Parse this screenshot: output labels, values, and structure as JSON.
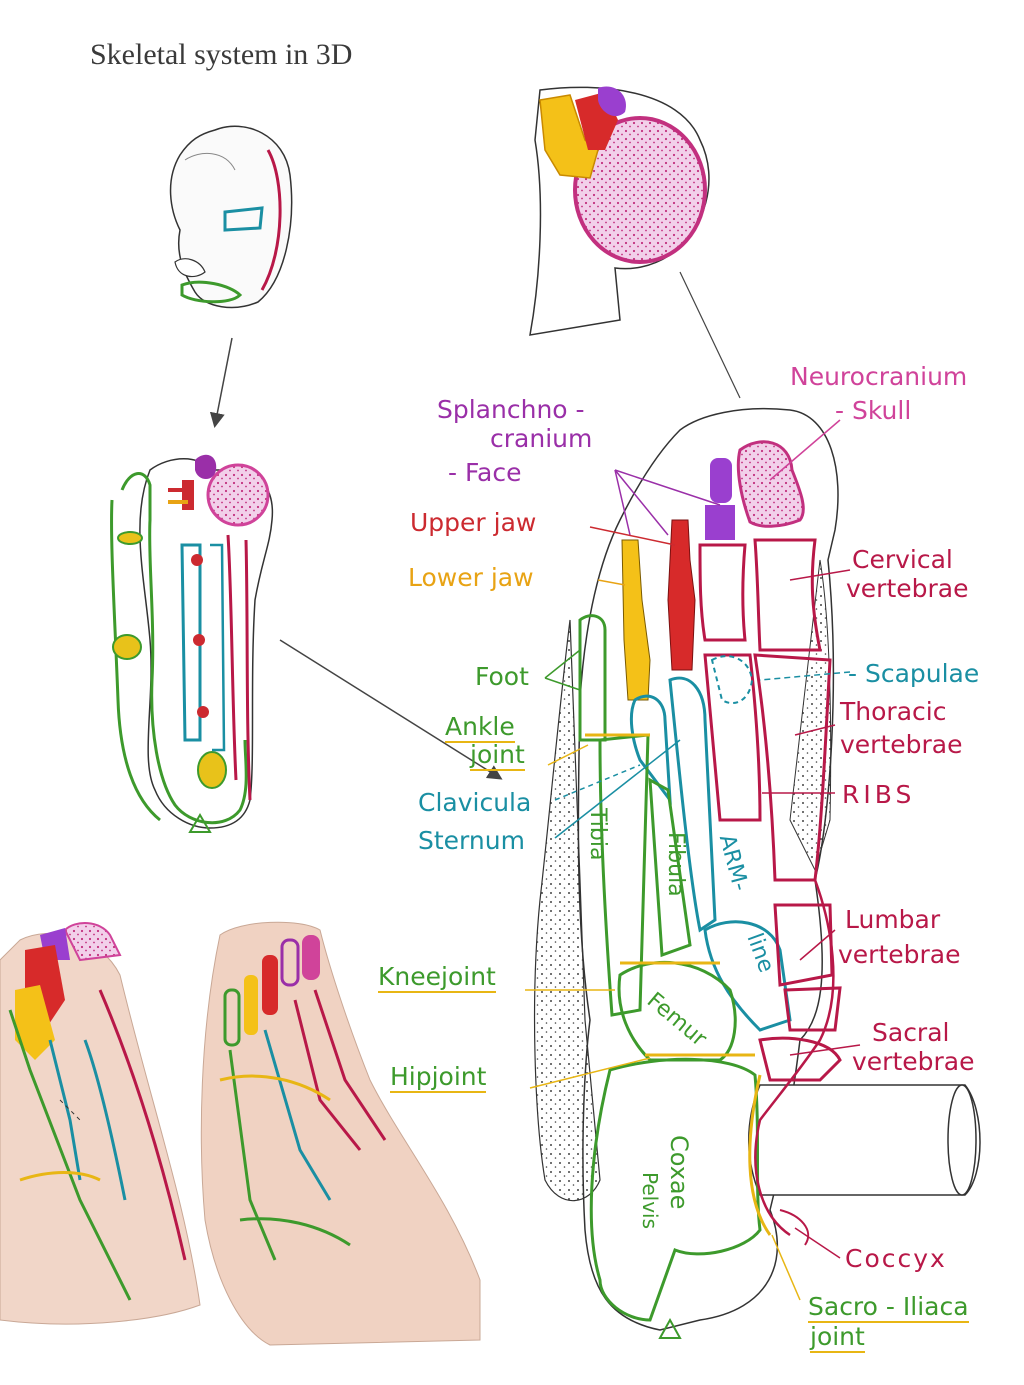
{
  "title": "Skeletal system in 3D",
  "labels": {
    "neurocranium": "Neurocranium",
    "skull": "- Skull",
    "splanchno": "Splanchno -",
    "cranium": "cranium",
    "face": "- Face",
    "upper_jaw": "Upper jaw",
    "lower_jaw": "Lower jaw",
    "cervical": "Cervical",
    "cervical_v": "vertebrae",
    "scapulae": "- Scapulae",
    "thoracic": "Thoracic",
    "thoracic_v": "vertebrae",
    "ribs": "RIBS",
    "foot": "Foot",
    "ankle": "Ankle",
    "ankle_joint": "joint",
    "clavicula": "Clavicula",
    "sternum": "Sternum",
    "tibia": "Tibia",
    "fibula": "Fibula",
    "arm_line_1": "ARM-",
    "arm_line_2": "line",
    "lumbar": "Lumbar",
    "lumbar_v": "vertebrae",
    "kneejoint": "Kneejoint",
    "femur": "Femur",
    "sacral": "Sacral",
    "sacral_v": "vertebrae",
    "hipjoint": "Hipjoint",
    "coxae": "Coxae",
    "pelvis": "Pelvis",
    "coccyx": "Coccyx",
    "sacro_iliaca": "Sacro - Iliaca",
    "sacro_joint": "joint"
  },
  "colors": {
    "neurocranium": "#d0439a",
    "splanchnocranium": "#9a2fa8",
    "upper_jaw": "#cc2a30",
    "lower_jaw": "#e8a314",
    "vertebrae": "#b81848",
    "limbs": "#3d9a2c",
    "arm_line": "#1a8fa3",
    "joints": "#e8b614"
  }
}
